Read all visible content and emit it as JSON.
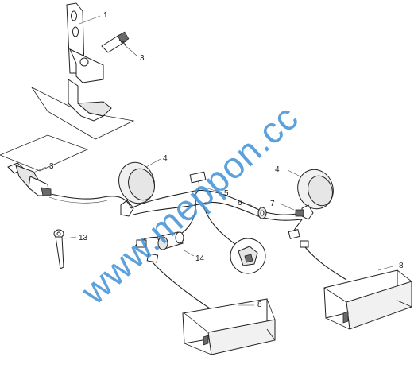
{
  "diagram": {
    "callouts": {
      "p1": "1",
      "p3_top": "3",
      "p3_left": "3",
      "p4_left": "4",
      "p4_right": "4",
      "p5": "5",
      "p6": "6",
      "p7": "7",
      "p8_left": "8",
      "p8_right": "8",
      "p13": "13",
      "p14": "14"
    },
    "watermark": "www.meppon.cc",
    "colors": {
      "watermark": "#3f8fd6",
      "line": "#222222",
      "lens_shade": "#e6e6e6"
    }
  }
}
